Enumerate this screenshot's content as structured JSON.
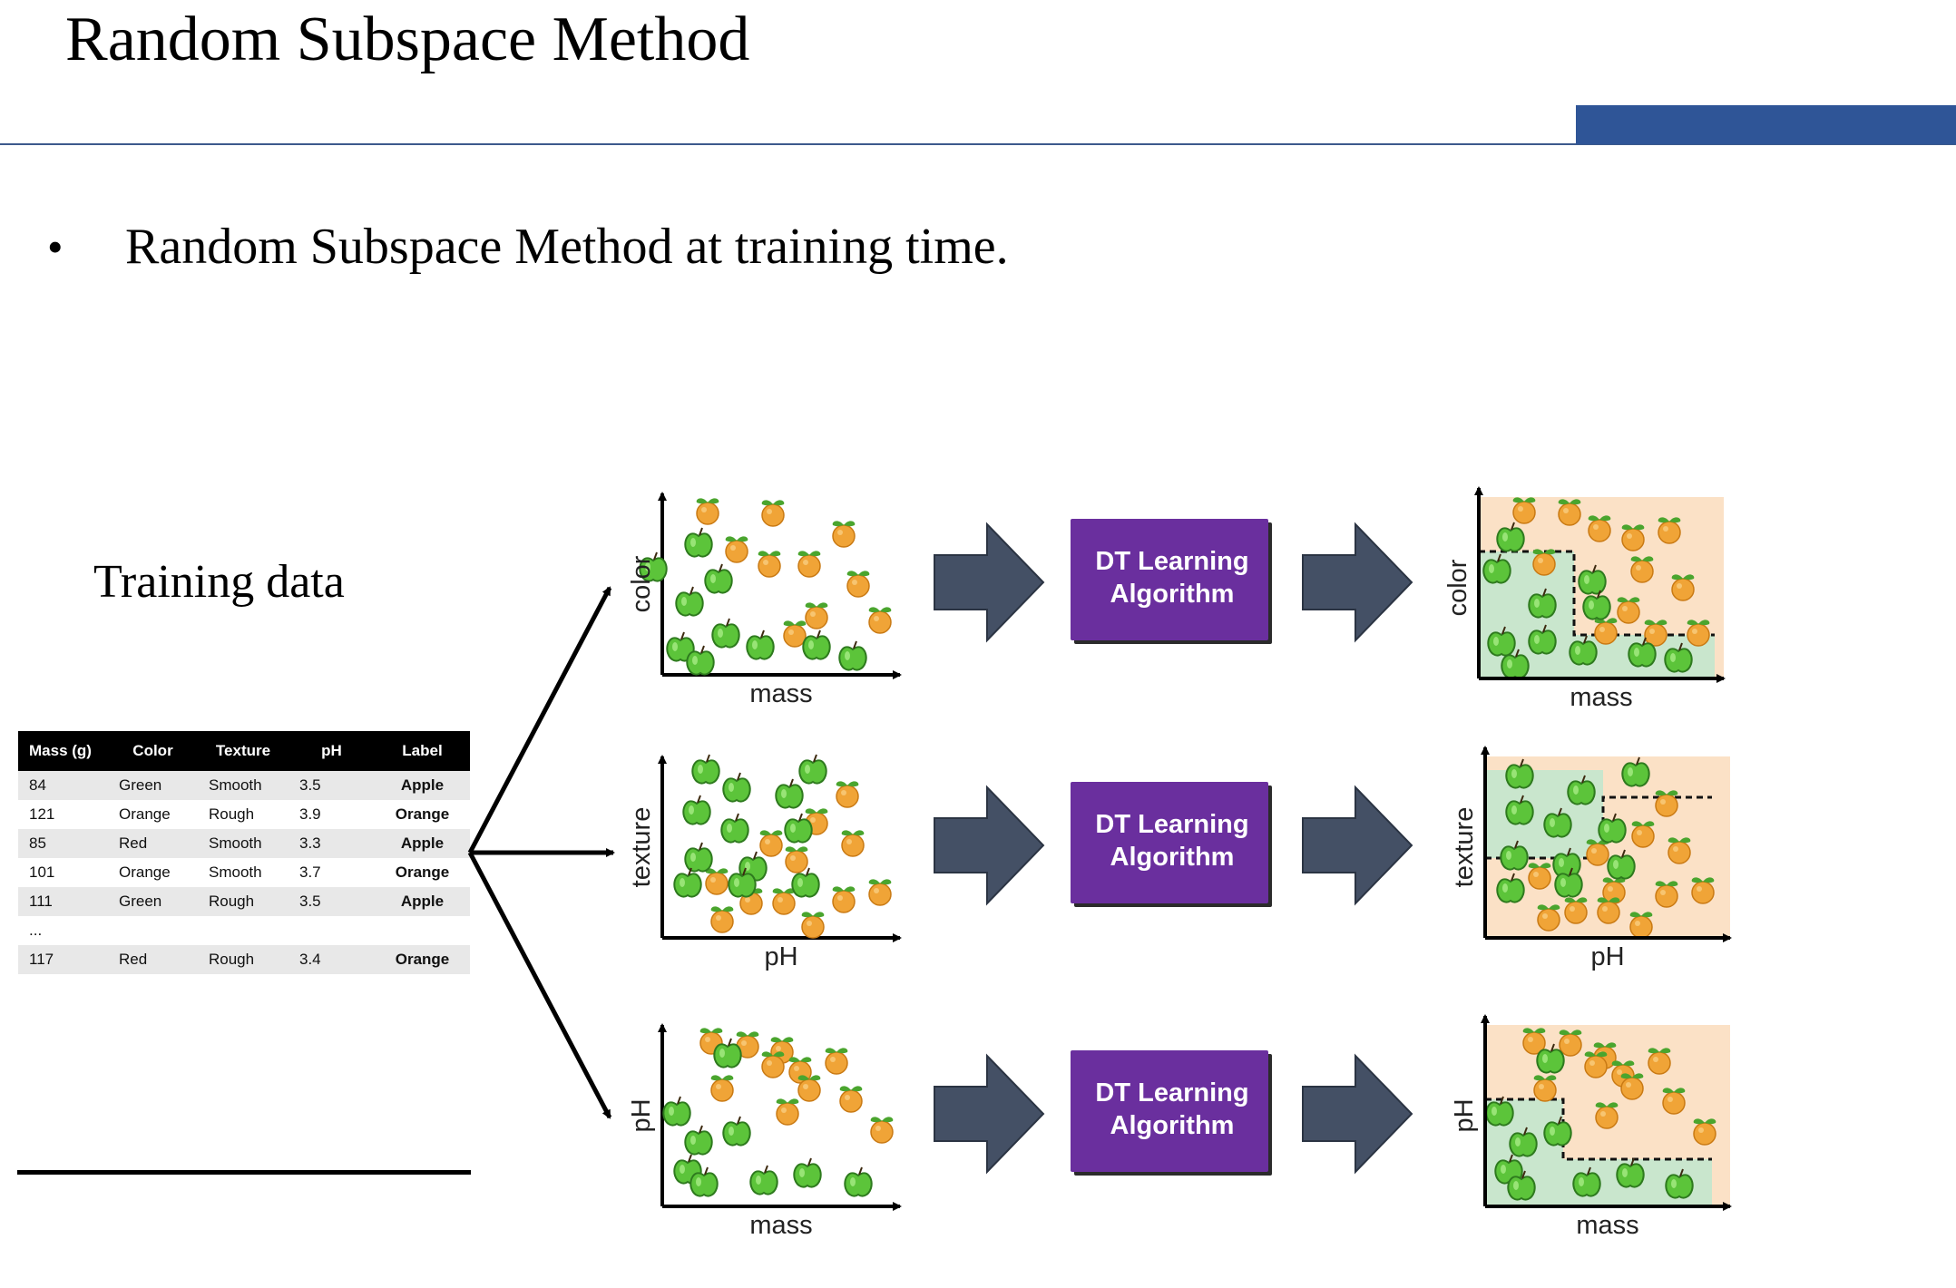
{
  "slide": {
    "title": "Random Subspace Method",
    "bullet": "Random Subspace Method at training time.",
    "training_label": "Training data"
  },
  "colors": {
    "accent_bar": "#2f5597",
    "algo_box": "#6a2f9e",
    "arrow_block": "#445065",
    "region_apple": "#c9e6cd",
    "region_orange": "#fbe1c6",
    "apple": "#5cc43a",
    "orange": "#f0a437"
  },
  "table": {
    "headers": [
      "Mass (g)",
      "Color",
      "Texture",
      "pH",
      "Label"
    ],
    "rows": [
      [
        "84",
        "Green",
        "Smooth",
        "3.5",
        "Apple"
      ],
      [
        "121",
        "Orange",
        "Rough",
        "3.9",
        "Orange"
      ],
      [
        "85",
        "Red",
        "Smooth",
        "3.3",
        "Apple"
      ],
      [
        "101",
        "Orange",
        "Smooth",
        "3.7",
        "Orange"
      ],
      [
        "111",
        "Green",
        "Rough",
        "3.5",
        "Apple"
      ],
      [
        "...",
        "",
        "",
        "",
        ""
      ],
      [
        "117",
        "Red",
        "Rough",
        "3.4",
        "Orange"
      ]
    ]
  },
  "subspaces": [
    {
      "x_label": "mass",
      "y_label": "color",
      "algo_line1": "DT Learning",
      "algo_line2": "Algorithm"
    },
    {
      "x_label": "pH",
      "y_label": "texture",
      "algo_line1": "DT Learning",
      "algo_line2": "Algorithm"
    },
    {
      "x_label": "mass",
      "y_label": "pH",
      "algo_line1": "DT Learning",
      "algo_line2": "Algorithm"
    }
  ]
}
